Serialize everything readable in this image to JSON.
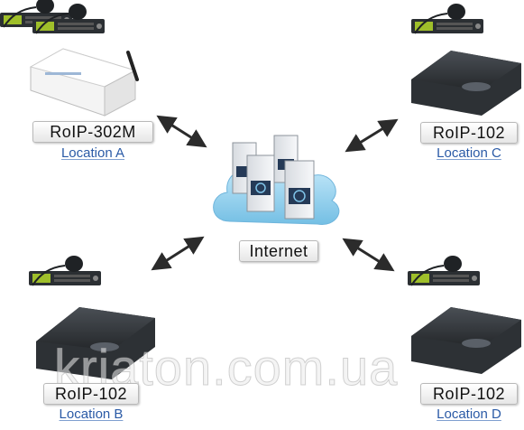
{
  "center": {
    "label": "Internet"
  },
  "nodes": [
    {
      "id": "a",
      "model": "RoIP-302M",
      "location": "Location A"
    },
    {
      "id": "b",
      "model": "RoIP-102",
      "location": "Location B"
    },
    {
      "id": "c",
      "model": "RoIP-102",
      "location": "Location C"
    },
    {
      "id": "d",
      "model": "RoIP-102",
      "location": "Location D"
    }
  ],
  "watermark": "kriaton.com.ua",
  "colors": {
    "location_text": "#2a5aa6",
    "cloud": "#9fd3ef",
    "device_dark": "#2d3135",
    "arrow": "#2b2b2b"
  }
}
